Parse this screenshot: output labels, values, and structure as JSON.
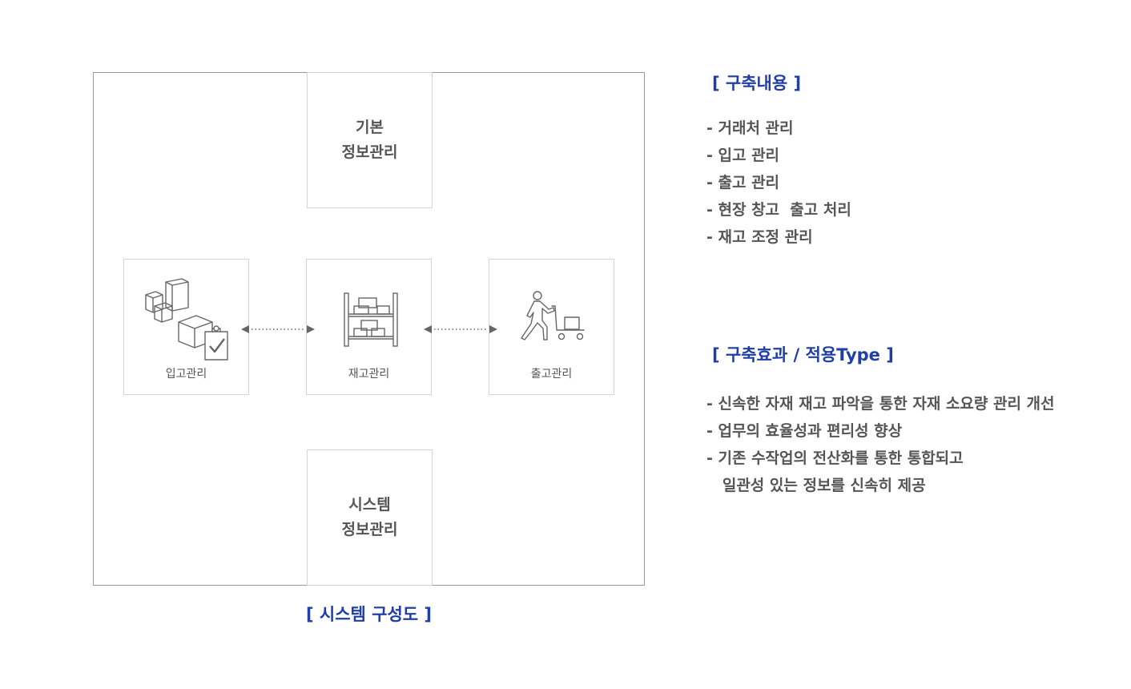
{
  "diagram": {
    "caption": "[ 시스템 구성도 ]",
    "nodes": {
      "basic_info": {
        "line1": "기본",
        "line2": "정보관리"
      },
      "system_info": {
        "line1": "시스템",
        "line2": "정보관리"
      },
      "inbound": {
        "label": "입고관리",
        "icon": "boxes-checklist-icon"
      },
      "inventory": {
        "label": "재고관리",
        "icon": "warehouse-shelf-icon"
      },
      "outbound": {
        "label": "출고관리",
        "icon": "person-cart-icon"
      }
    },
    "colors": {
      "accent": "#1f3ea6",
      "text": "#555555",
      "border": "#d4d4d4",
      "frame": "#9a9a9a",
      "icon": "#666666"
    }
  },
  "construction": {
    "title": "[ 구축내용 ]",
    "items": [
      "- 거래처 관리",
      "- 입고 관리",
      "- 출고 관리",
      "- 현장 창고  출고 처리",
      "- 재고 조정 관리"
    ]
  },
  "effects": {
    "title": "[ 구축효과 / 적용Type ]",
    "items": [
      "- 신속한 자재 재고 파악을 통한 자재 소요량 관리 개선",
      "- 업무의 효율성과 편리성 향상",
      "- 기존 수작업의 전산화를 통한 통합되고",
      "   일관성 있는 정보를 신속히 제공"
    ]
  }
}
